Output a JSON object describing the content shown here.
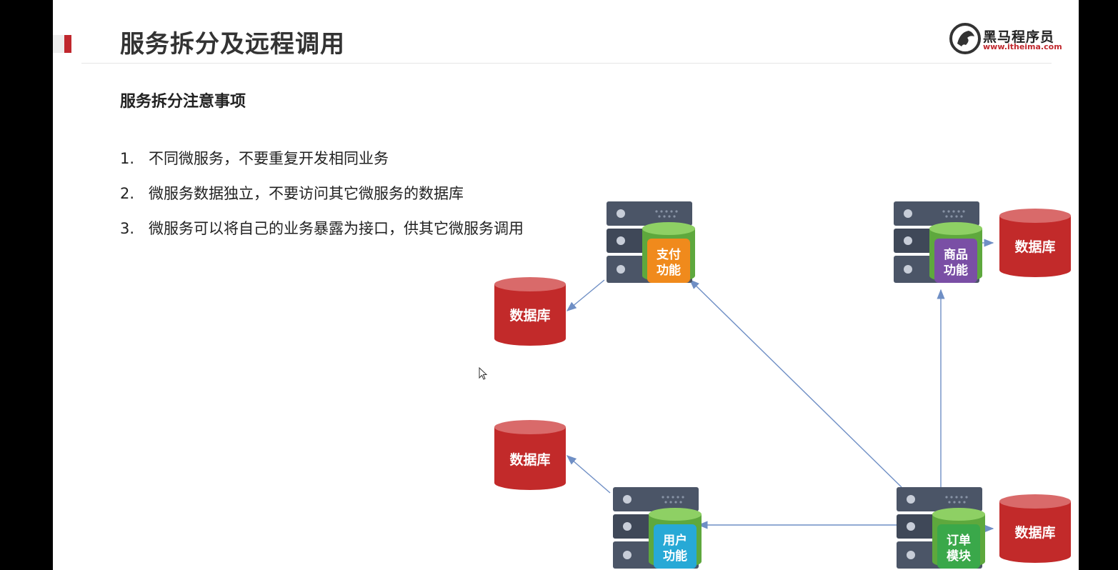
{
  "header": {
    "title": "服务拆分及远程调用",
    "logo_name": "黑马程序员",
    "logo_url": "www.itheima.com"
  },
  "content": {
    "subtitle": "服务拆分注意事项",
    "items": [
      {
        "num": "1.",
        "text": "不同微服务，不要重复开发相同业务"
      },
      {
        "num": "2.",
        "text": "微服务数据独立，不要访问其它微服务的数据库"
      },
      {
        "num": "3.",
        "text": "微服务可以将自己的业务暴露为接口，供其它微服务调用"
      }
    ]
  },
  "diagram": {
    "services": [
      {
        "id": "pay",
        "line1": "支付",
        "line2": "功能",
        "color": "#f08a1c"
      },
      {
        "id": "product",
        "line1": "商品",
        "line2": "功能",
        "color": "#7a4fa5"
      },
      {
        "id": "user",
        "line1": "用户",
        "line2": "功能",
        "color": "#27a9d6"
      },
      {
        "id": "order",
        "line1": "订单",
        "line2": "模块",
        "color": "#3aa84a"
      }
    ],
    "database_label": "数据库",
    "colors": {
      "server": "#4b5567",
      "database": "#c22a2a",
      "arrow": "#6f8fc5",
      "cylinder": "#7dc25a"
    }
  }
}
